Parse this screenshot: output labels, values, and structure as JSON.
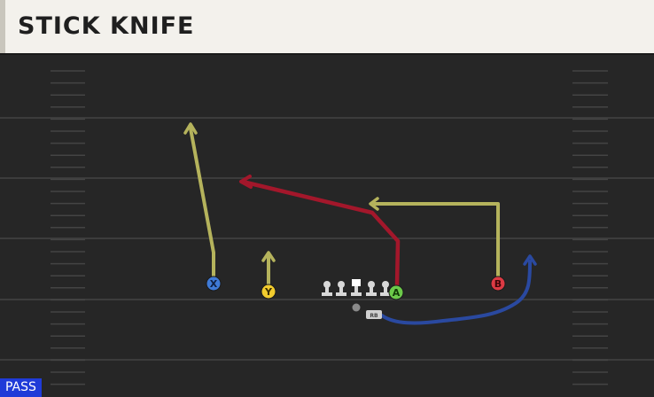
{
  "play": {
    "title": "STICK KNIFE",
    "badge": "PASS"
  },
  "colors": {
    "field": "#262626",
    "yard_line": "#3a3a3a",
    "hash": "#474747",
    "route_yellow": "#b5b35c",
    "route_red": "#a3172b",
    "route_blue": "#2a49a0",
    "button_x": "#3f7ad6",
    "button_y": "#f2cc2e",
    "button_a": "#6cc94a",
    "button_b": "#dc3a44",
    "badge_bg": "#1f3bd8"
  },
  "receivers": [
    {
      "id": "x",
      "label": "X",
      "icon": "x-button-icon"
    },
    {
      "id": "y",
      "label": "Y",
      "icon": "y-button-icon"
    },
    {
      "id": "a",
      "label": "A",
      "icon": "a-button-icon"
    },
    {
      "id": "b",
      "label": "B",
      "icon": "b-button-icon"
    }
  ],
  "running_back": {
    "label": "RB"
  },
  "offensive_line": {
    "count": 5
  }
}
